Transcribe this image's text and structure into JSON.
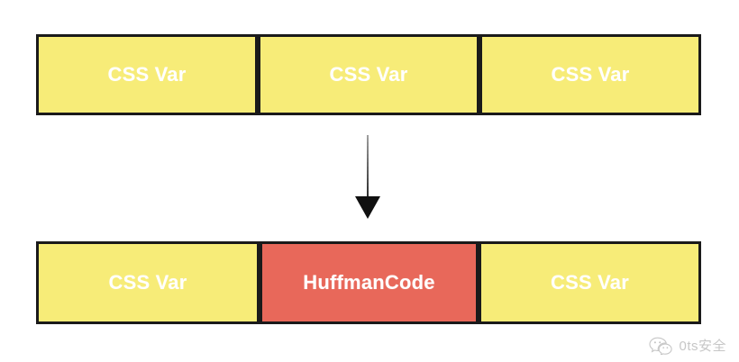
{
  "diagram": {
    "type": "block-transformation-diagram",
    "background_color": "#ffffff",
    "palette": {
      "yellow_fill": "#F7EC78",
      "red_fill": "#E8685A",
      "border": "#1a1a1a",
      "label_text": "#ffffff",
      "arrow": "#101010",
      "watermark_text": "#8e8e8e"
    },
    "rows": [
      {
        "id": "top",
        "name": "original-sequence",
        "boxes": [
          {
            "label": "CSS Var",
            "fill": "yellow"
          },
          {
            "label": "CSS Var",
            "fill": "yellow"
          },
          {
            "label": "CSS Var",
            "fill": "yellow"
          }
        ]
      },
      {
        "id": "bottom",
        "name": "sequence-with-injected-huffman-code",
        "boxes": [
          {
            "label": "CSS Var",
            "fill": "yellow"
          },
          {
            "label": "HuffmanCode",
            "fill": "red"
          },
          {
            "label": "CSS Var",
            "fill": "yellow"
          }
        ]
      }
    ],
    "arrow": {
      "icon": "down-arrow-icon",
      "direction": "down",
      "label": ""
    }
  },
  "watermark": {
    "icon": "wechat-icon",
    "text": "0ts安全"
  }
}
